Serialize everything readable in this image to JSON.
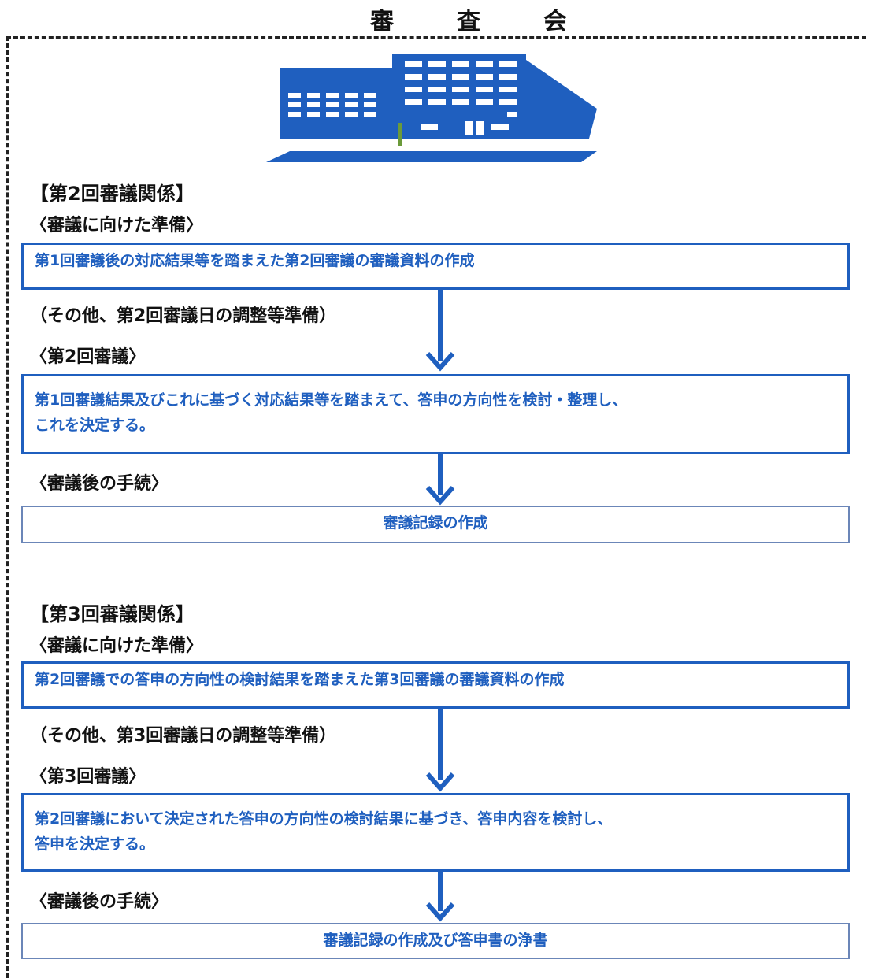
{
  "title_chars": [
    "審",
    "査",
    "会"
  ],
  "phase2": {
    "section": "【第2回審議関係】",
    "prep_heading": "〈審議に向けた準備〉",
    "prep_box": "第1回審議後の対応結果等を踏まえた第2回審議の審議資料の作成",
    "other_prep": "（その他、第2回審議日の調整等準備）",
    "meeting_heading": "〈第2回審議〉",
    "meeting_box_line1": "第1回審議結果及びこれに基づく対応結果等を踏まえて、答申の方向性を検討・整理し、",
    "meeting_box_line2": "これを決定する。",
    "after_heading": "〈審議後の手続〉",
    "after_box": "審議記録の作成"
  },
  "phase3": {
    "section": "【第3回審議関係】",
    "prep_heading": "〈審議に向けた準備〉",
    "prep_box": "第2回審議での答申の方向性の検討結果を踏まえた第3回審議の審議資料の作成",
    "other_prep": "（その他、第3回審議日の調整等準備）",
    "meeting_heading": "〈第3回審議〉",
    "meeting_box_line1": "第2回審議において決定された答申の方向性の検討結果に基づき、答申内容を検討し、",
    "meeting_box_line2": "答申を決定する。",
    "after_heading": "〈審議後の手続〉",
    "after_box": "審議記録の作成及び答申書の浄書"
  }
}
